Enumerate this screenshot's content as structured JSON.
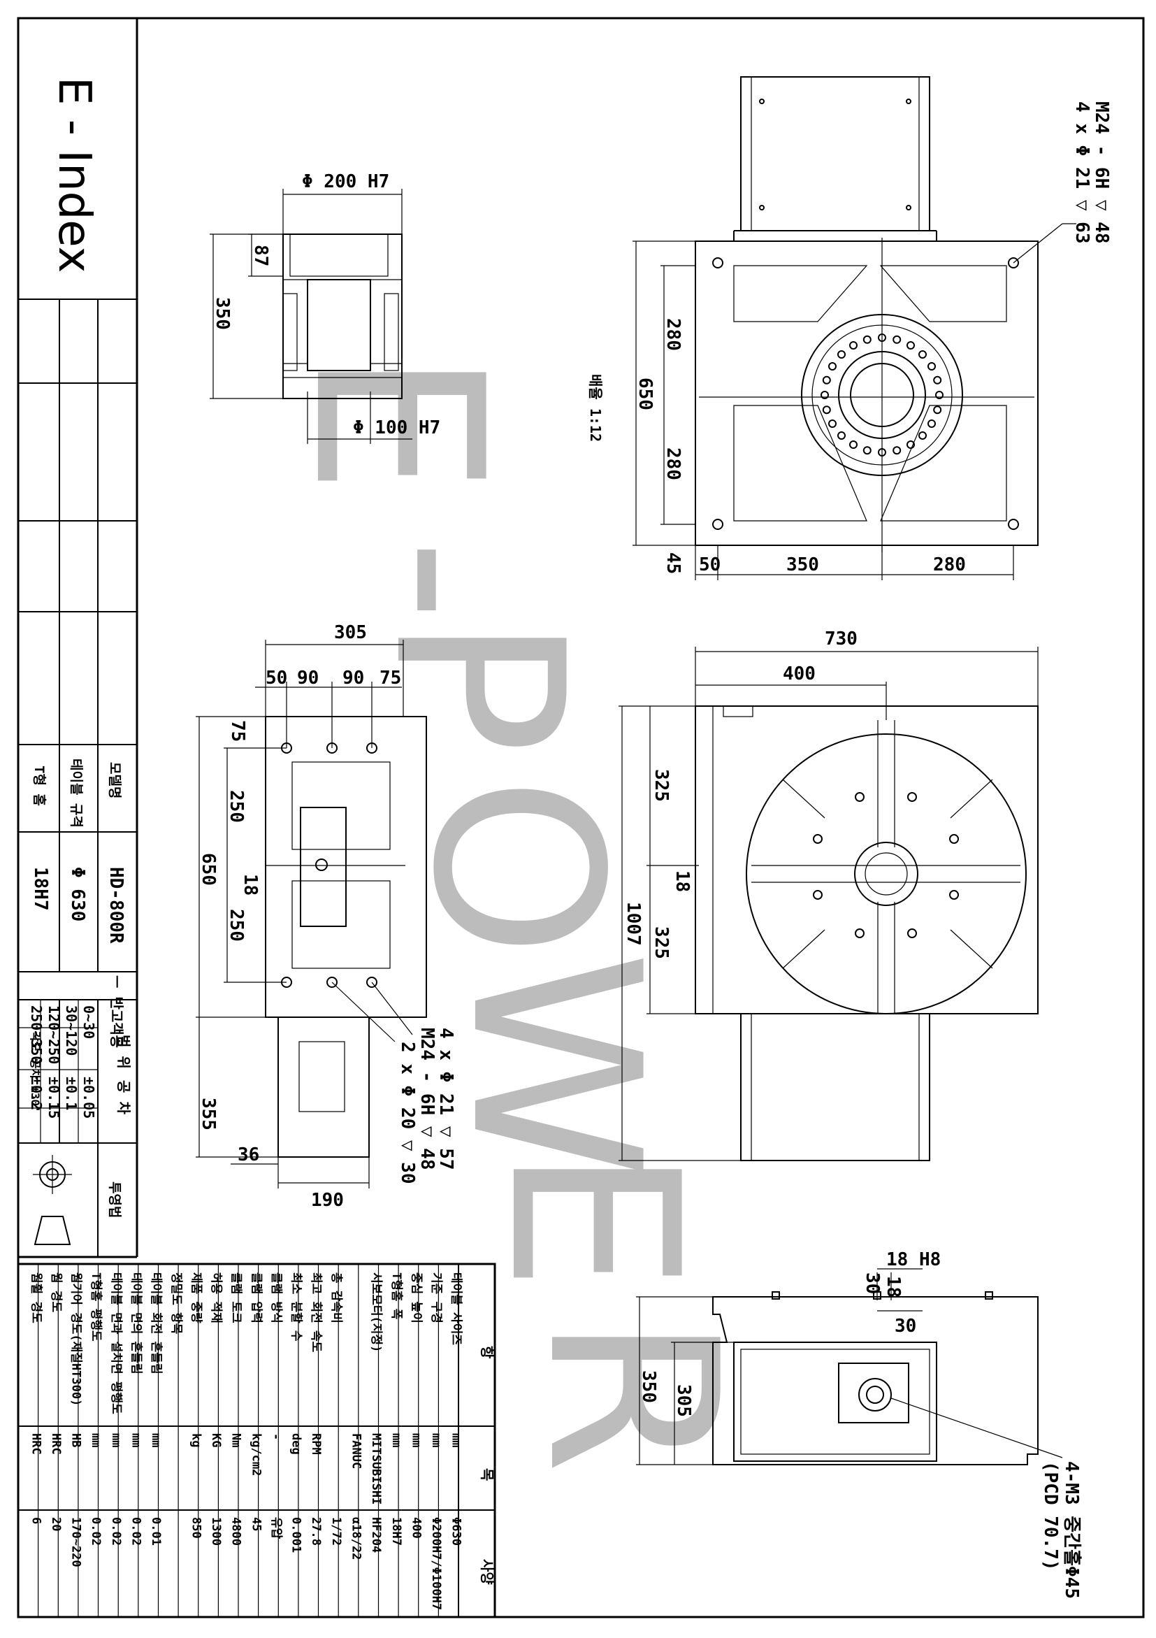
{
  "title_block": {
    "title": "E - Index",
    "model_label": "모델명",
    "model_value": "HD-800R",
    "table_spec_label": "테이블 규격",
    "table_spec_value": "Φ 630",
    "tslot_label": "T형 홈",
    "tslot_value": "18H7",
    "tolerance_header": "ㅡ 반고객공",
    "tol_cols": [
      "범 위",
      "공 차"
    ],
    "tol_rows": [
      {
        "range": "0~30",
        "tol": "±0.05"
      },
      {
        "range": "30~120",
        "tol": "±0.1"
      },
      {
        "range": "120~250",
        "tol": "±0.15"
      },
      {
        "range": "250~350",
        "tol": "±0.2"
      }
    ],
    "angle_tol": "각도 공차 ±30'",
    "projection_label": "투영법"
  },
  "spec_table": {
    "headers": [
      "항",
      "목",
      "사양"
    ],
    "rows": [
      {
        "item": "테이블 사이즈",
        "unit": "mm",
        "value": "Φ630"
      },
      {
        "item": "기준 구경",
        "unit": "mm",
        "value": "Φ200H7/Φ100H7"
      },
      {
        "item": "중심 높이",
        "unit": "mm",
        "value": "400"
      },
      {
        "item": "T형홈 폭",
        "unit": "mm",
        "value": "18H7"
      },
      {
        "item": "서보모터(지정)",
        "unit": "MITSUBISHI",
        "value": "HF204"
      },
      {
        "item": "",
        "unit": "FANUC",
        "value": "α18/22"
      },
      {
        "item": "총 감속비",
        "unit": "",
        "value": "1/72"
      },
      {
        "item": "최고 회전 속도",
        "unit": "RPM",
        "value": "27.8"
      },
      {
        "item": "최소 분할 수",
        "unit": "deg",
        "value": "0.001"
      },
      {
        "item": "클램 방식",
        "unit": "-",
        "value": "유압"
      },
      {
        "item": "클램 압력",
        "unit": "kg/cm2",
        "value": "45"
      },
      {
        "item": "클램 토크",
        "unit": "Nm",
        "value": "4800"
      },
      {
        "item": "허용 적재",
        "unit": "KG",
        "value": "1300"
      },
      {
        "item": "제품 중량",
        "unit": "kg",
        "value": "850"
      },
      {
        "item": "정밀도 항목",
        "unit": "",
        "value": ""
      },
      {
        "item": "테이블 회전 흔들림",
        "unit": "mm",
        "value": "0.01"
      },
      {
        "item": "테이블 면의 흔들림",
        "unit": "mm",
        "value": "0.02"
      },
      {
        "item": "테이블 면과 설치면 평행도",
        "unit": "mm",
        "value": "0.02"
      },
      {
        "item": "T형홈 평행도",
        "unit": "mm",
        "value": "0.02"
      },
      {
        "item": "웜기어 경도(재질HT300)",
        "unit": "HB",
        "value": "170~220"
      },
      {
        "item": "웜 경도",
        "unit": "HRC",
        "value": "20"
      },
      {
        "item": "웜휠 경도",
        "unit": "HRC",
        "value": "6"
      }
    ]
  },
  "watermark": [
    "E",
    "-",
    "P",
    "O",
    "W",
    "E",
    "R"
  ],
  "scale_note": "배율 1:12",
  "top_right_view": {
    "hole_note_1": "4 x Φ 21 ▽ 63",
    "hole_note_2": "M24 - 6H ▽ 48",
    "dim_650": "650",
    "dim_280a": "280",
    "dim_280b": "280",
    "dim_45": "45",
    "dim_50": "50",
    "dim_350": "350",
    "dim_280c": "280"
  },
  "top_left_view": {
    "dim_200": "Φ 200 H7",
    "dim_100": "Φ 100 H7",
    "dim_87": "87",
    "dim_350": "350"
  },
  "mid_left_view": {
    "dim_305": "305",
    "dim_50": "50",
    "dim_90a": "90",
    "dim_90b": "90",
    "dim_75a": "75",
    "dim_75b": "75",
    "dim_250a": "250",
    "dim_250b": "250",
    "dim_650": "650",
    "dim_18": "18",
    "dim_355": "355",
    "dim_36": "36",
    "dim_190": "190",
    "hole_note_1": "4 x Φ 21 ▽ 57",
    "hole_note_2": "M24 - 6H ▽ 48",
    "hole_note_3": "2 x Φ 20 ▽ 30"
  },
  "mid_right_view": {
    "dim_730": "730",
    "dim_400": "400",
    "dim_325a": "325",
    "dim_325b": "325",
    "dim_1007": "1007",
    "dim_18": "18"
  },
  "bottom_view": {
    "dim_18h8": "18 H8",
    "dim_30a": "30",
    "dim_18": "18",
    "dim_30b": "30",
    "dim_350": "350",
    "dim_305": "305",
    "note_1": "4-M3 중간홀Φ45",
    "note_2": "(PCD 70.7)"
  }
}
